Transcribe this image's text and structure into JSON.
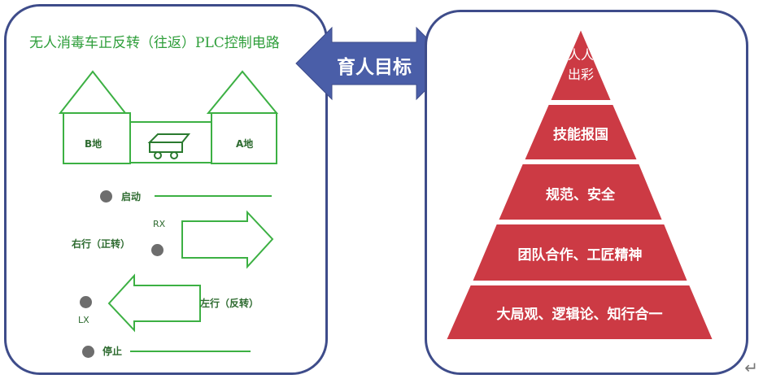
{
  "left": {
    "title": "无人消毒车正反转（往返）PLC控制电路",
    "house_b": "B地",
    "house_a": "A地",
    "start": "启动",
    "rx": "RX",
    "right_forward": "右行（正转）",
    "left_reverse": "左行（反转）",
    "lx": "LX",
    "stop": "停止"
  },
  "center": {
    "label": "育人目标"
  },
  "pyramid": {
    "levels": [
      "人人\n出彩",
      "技能报国",
      "规范、安全",
      "团队合作、工匠精神",
      "大局观、逻辑论、知行合一"
    ]
  },
  "colors": {
    "frame": "#3e4c8a",
    "green": "#2e9e3a",
    "pyramid": "#cc3a44",
    "arrow": "#4a5ea8"
  },
  "icons": [
    "car-icon",
    "house-icon",
    "arrow-right-icon",
    "arrow-left-icon",
    "double-arrow-icon",
    "return-icon"
  ]
}
